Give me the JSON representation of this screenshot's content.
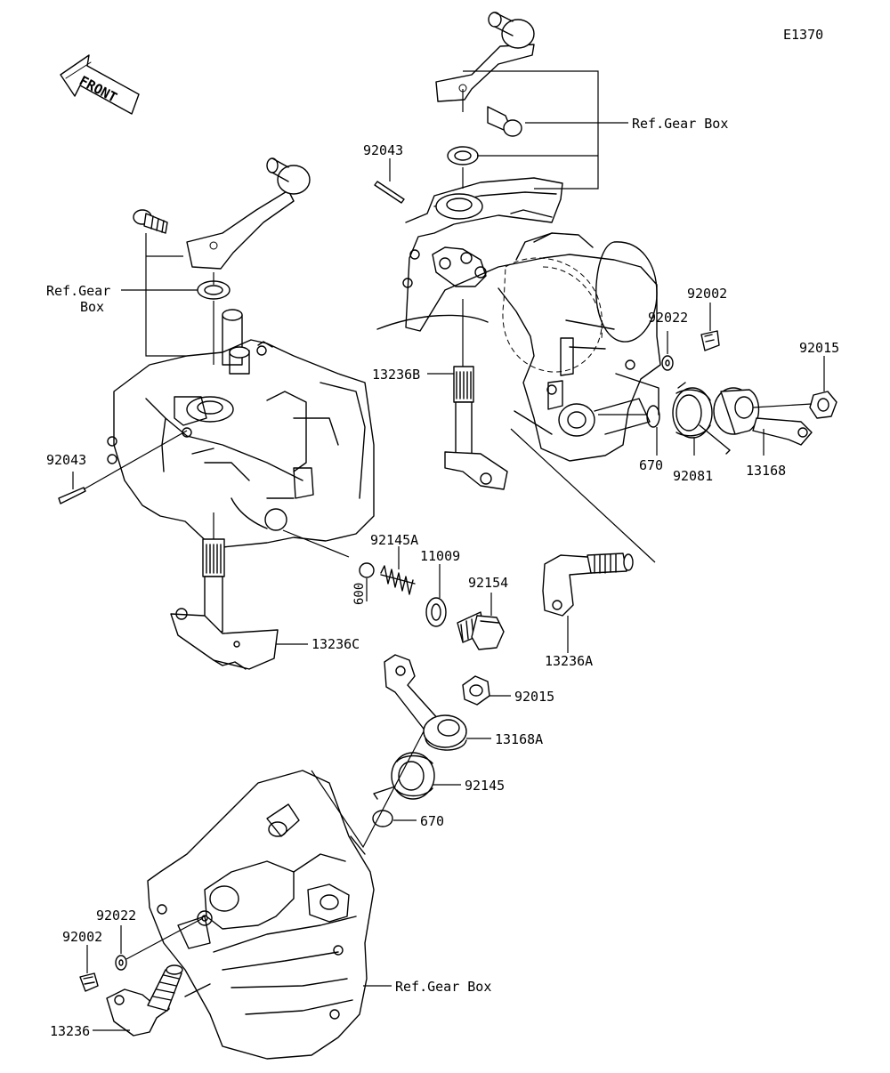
{
  "diagram_id": "E1370",
  "front_label": "FRONT",
  "labels": {
    "ref_gear_box_top": "Ref.Gear Box",
    "p92043_top": "92043",
    "ref_gear_left_line1": "Ref.Gear",
    "ref_gear_left_line2": "Box",
    "p92002_right": "92002",
    "p92022_right": "92022",
    "p92015_right": "92015",
    "p13236B": "13236B",
    "p670_right": "670",
    "p92081": "92081",
    "p13168": "13168",
    "p92043_left": "92043",
    "p92145A": "92145A",
    "p11009": "11009",
    "p92154": "92154",
    "p600": "600",
    "p13236C": "13236C",
    "p13236A": "13236A",
    "p92015_mid": "92015",
    "p13168A": "13168A",
    "p92145": "92145",
    "p670_mid": "670",
    "p92022_bottom": "92022",
    "p92002_bottom": "92002",
    "ref_gear_box_bottom": "Ref.Gear Box",
    "p13236": "13236"
  }
}
